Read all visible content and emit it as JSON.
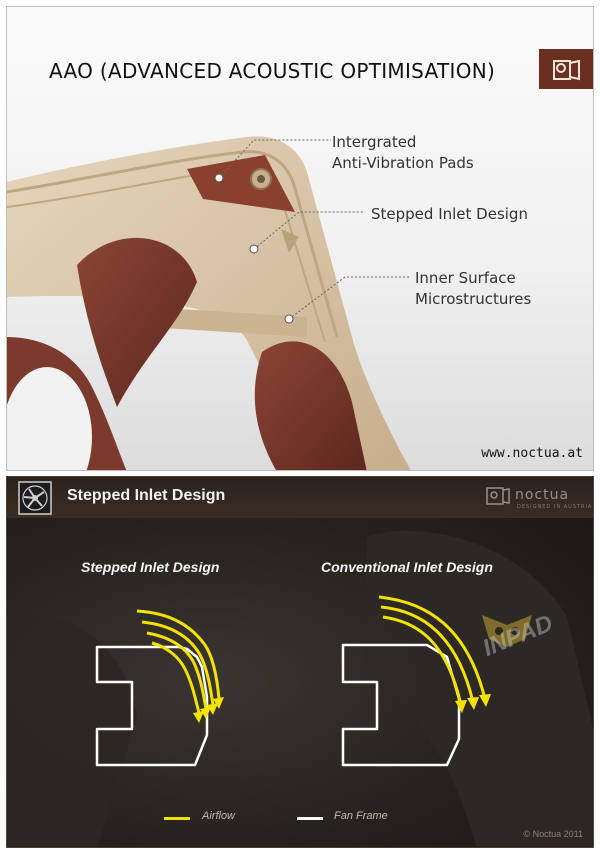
{
  "top_panel": {
    "title": "AAO (ADVANCED ACOUSTIC OPTIMISATION)",
    "callouts": [
      {
        "line1": "Intergrated",
        "line2": "Anti-Vibration Pads"
      },
      {
        "line1": "Stepped Inlet Design"
      },
      {
        "line1": "Inner Surface",
        "line2": "Microstructures"
      }
    ],
    "website": "www.noctua.at",
    "logo_icon": "noctua-owl-logo-icon",
    "colors": {
      "frame": "#d6c2a6",
      "blade": "#7a3a2e",
      "logo_bg": "#6b2f22"
    }
  },
  "bottom_panel": {
    "title": "Stepped Inlet Design",
    "fan_icon": "fan-icon",
    "brand": {
      "name": "noctua",
      "tagline": "DESIGNED IN AUSTRIA"
    },
    "diagram_left_title": "Stepped Inlet Design",
    "diagram_right_title": "Conventional Inlet Design",
    "legend": [
      {
        "label": "Airflow",
        "color": "#f2e200"
      },
      {
        "label": "Fan Frame",
        "color": "#ffffff"
      }
    ],
    "copyright": "© Noctua 2011",
    "watermark": "INPAD"
  }
}
